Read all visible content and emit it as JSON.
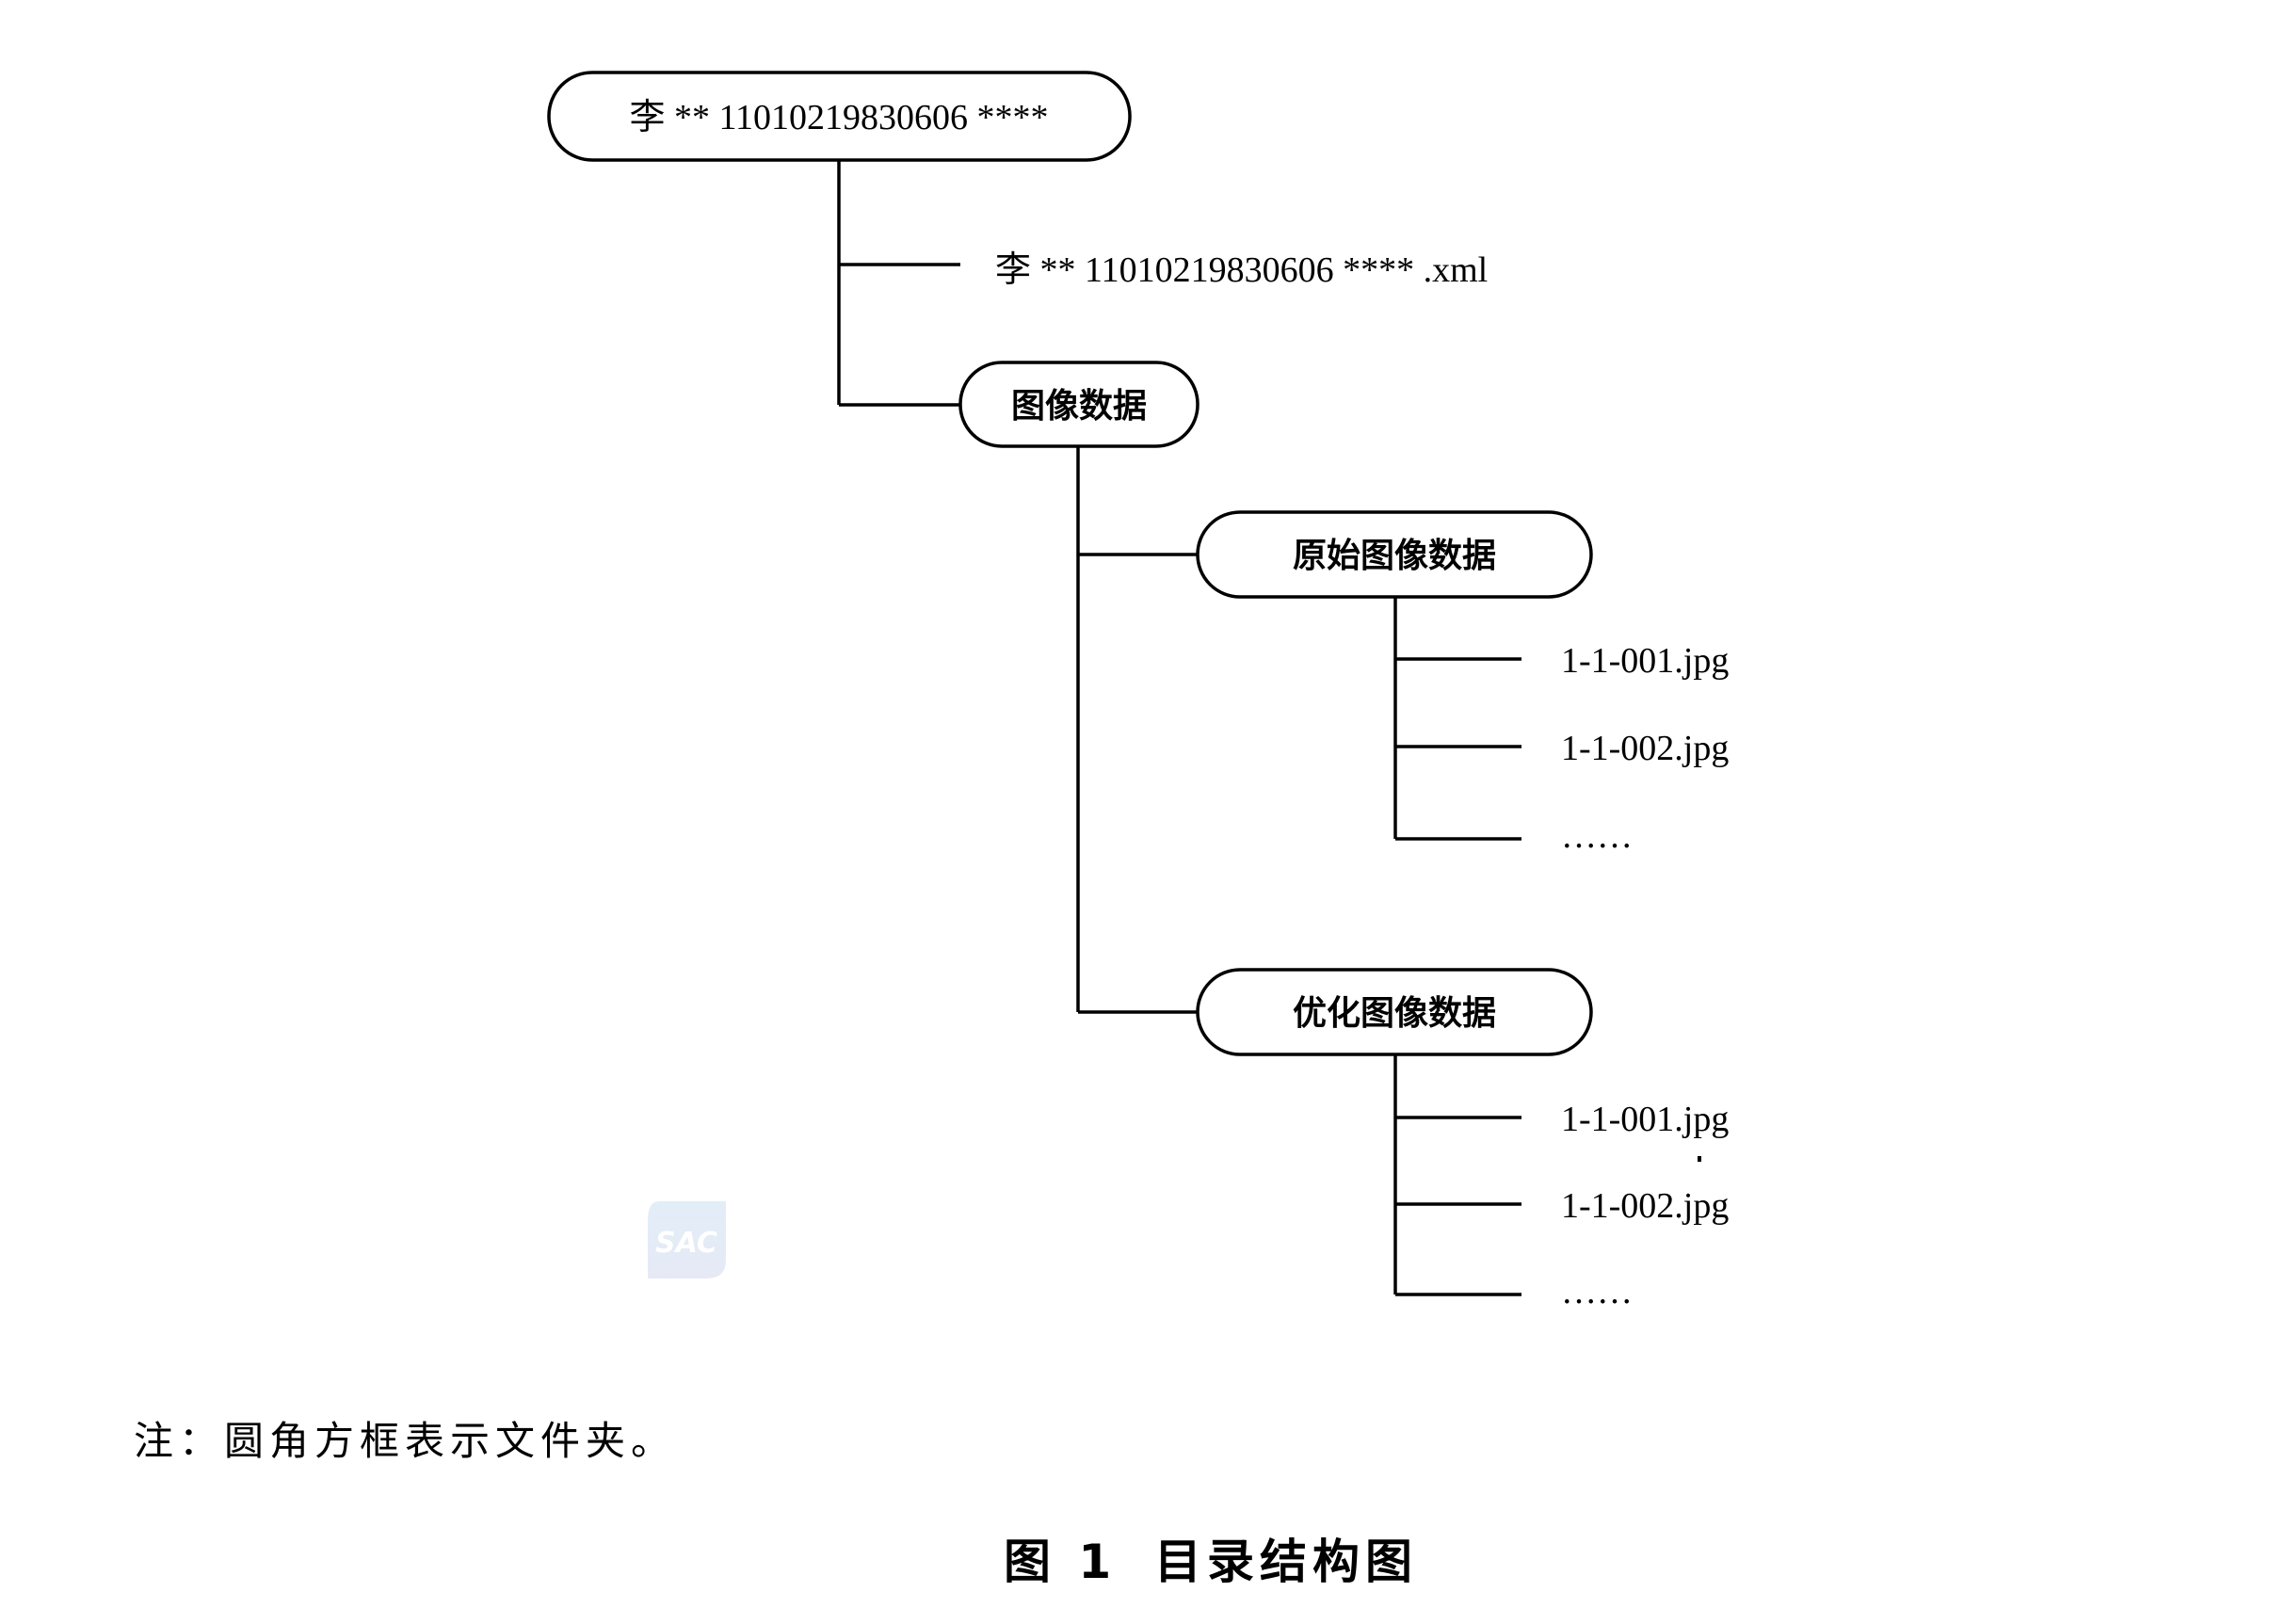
{
  "root_folder": "李 ** 11010219830606 ****",
  "xml_file": "李 ** 11010219830606 **** .xml",
  "image_folder": "图像数据",
  "original_folder": {
    "label": "原始图像数据",
    "files": [
      "1-1-001.jpg",
      "1-1-002.jpg",
      "……"
    ]
  },
  "optimized_folder": {
    "label": "优化图像数据",
    "files": [
      "1-1-001.jpg",
      "1-1-002.jpg",
      "……"
    ]
  },
  "watermark": "SAC",
  "note": "注：圆角方框表示文件夹。",
  "caption": {
    "number": "图 1",
    "title": "目录结构图"
  }
}
